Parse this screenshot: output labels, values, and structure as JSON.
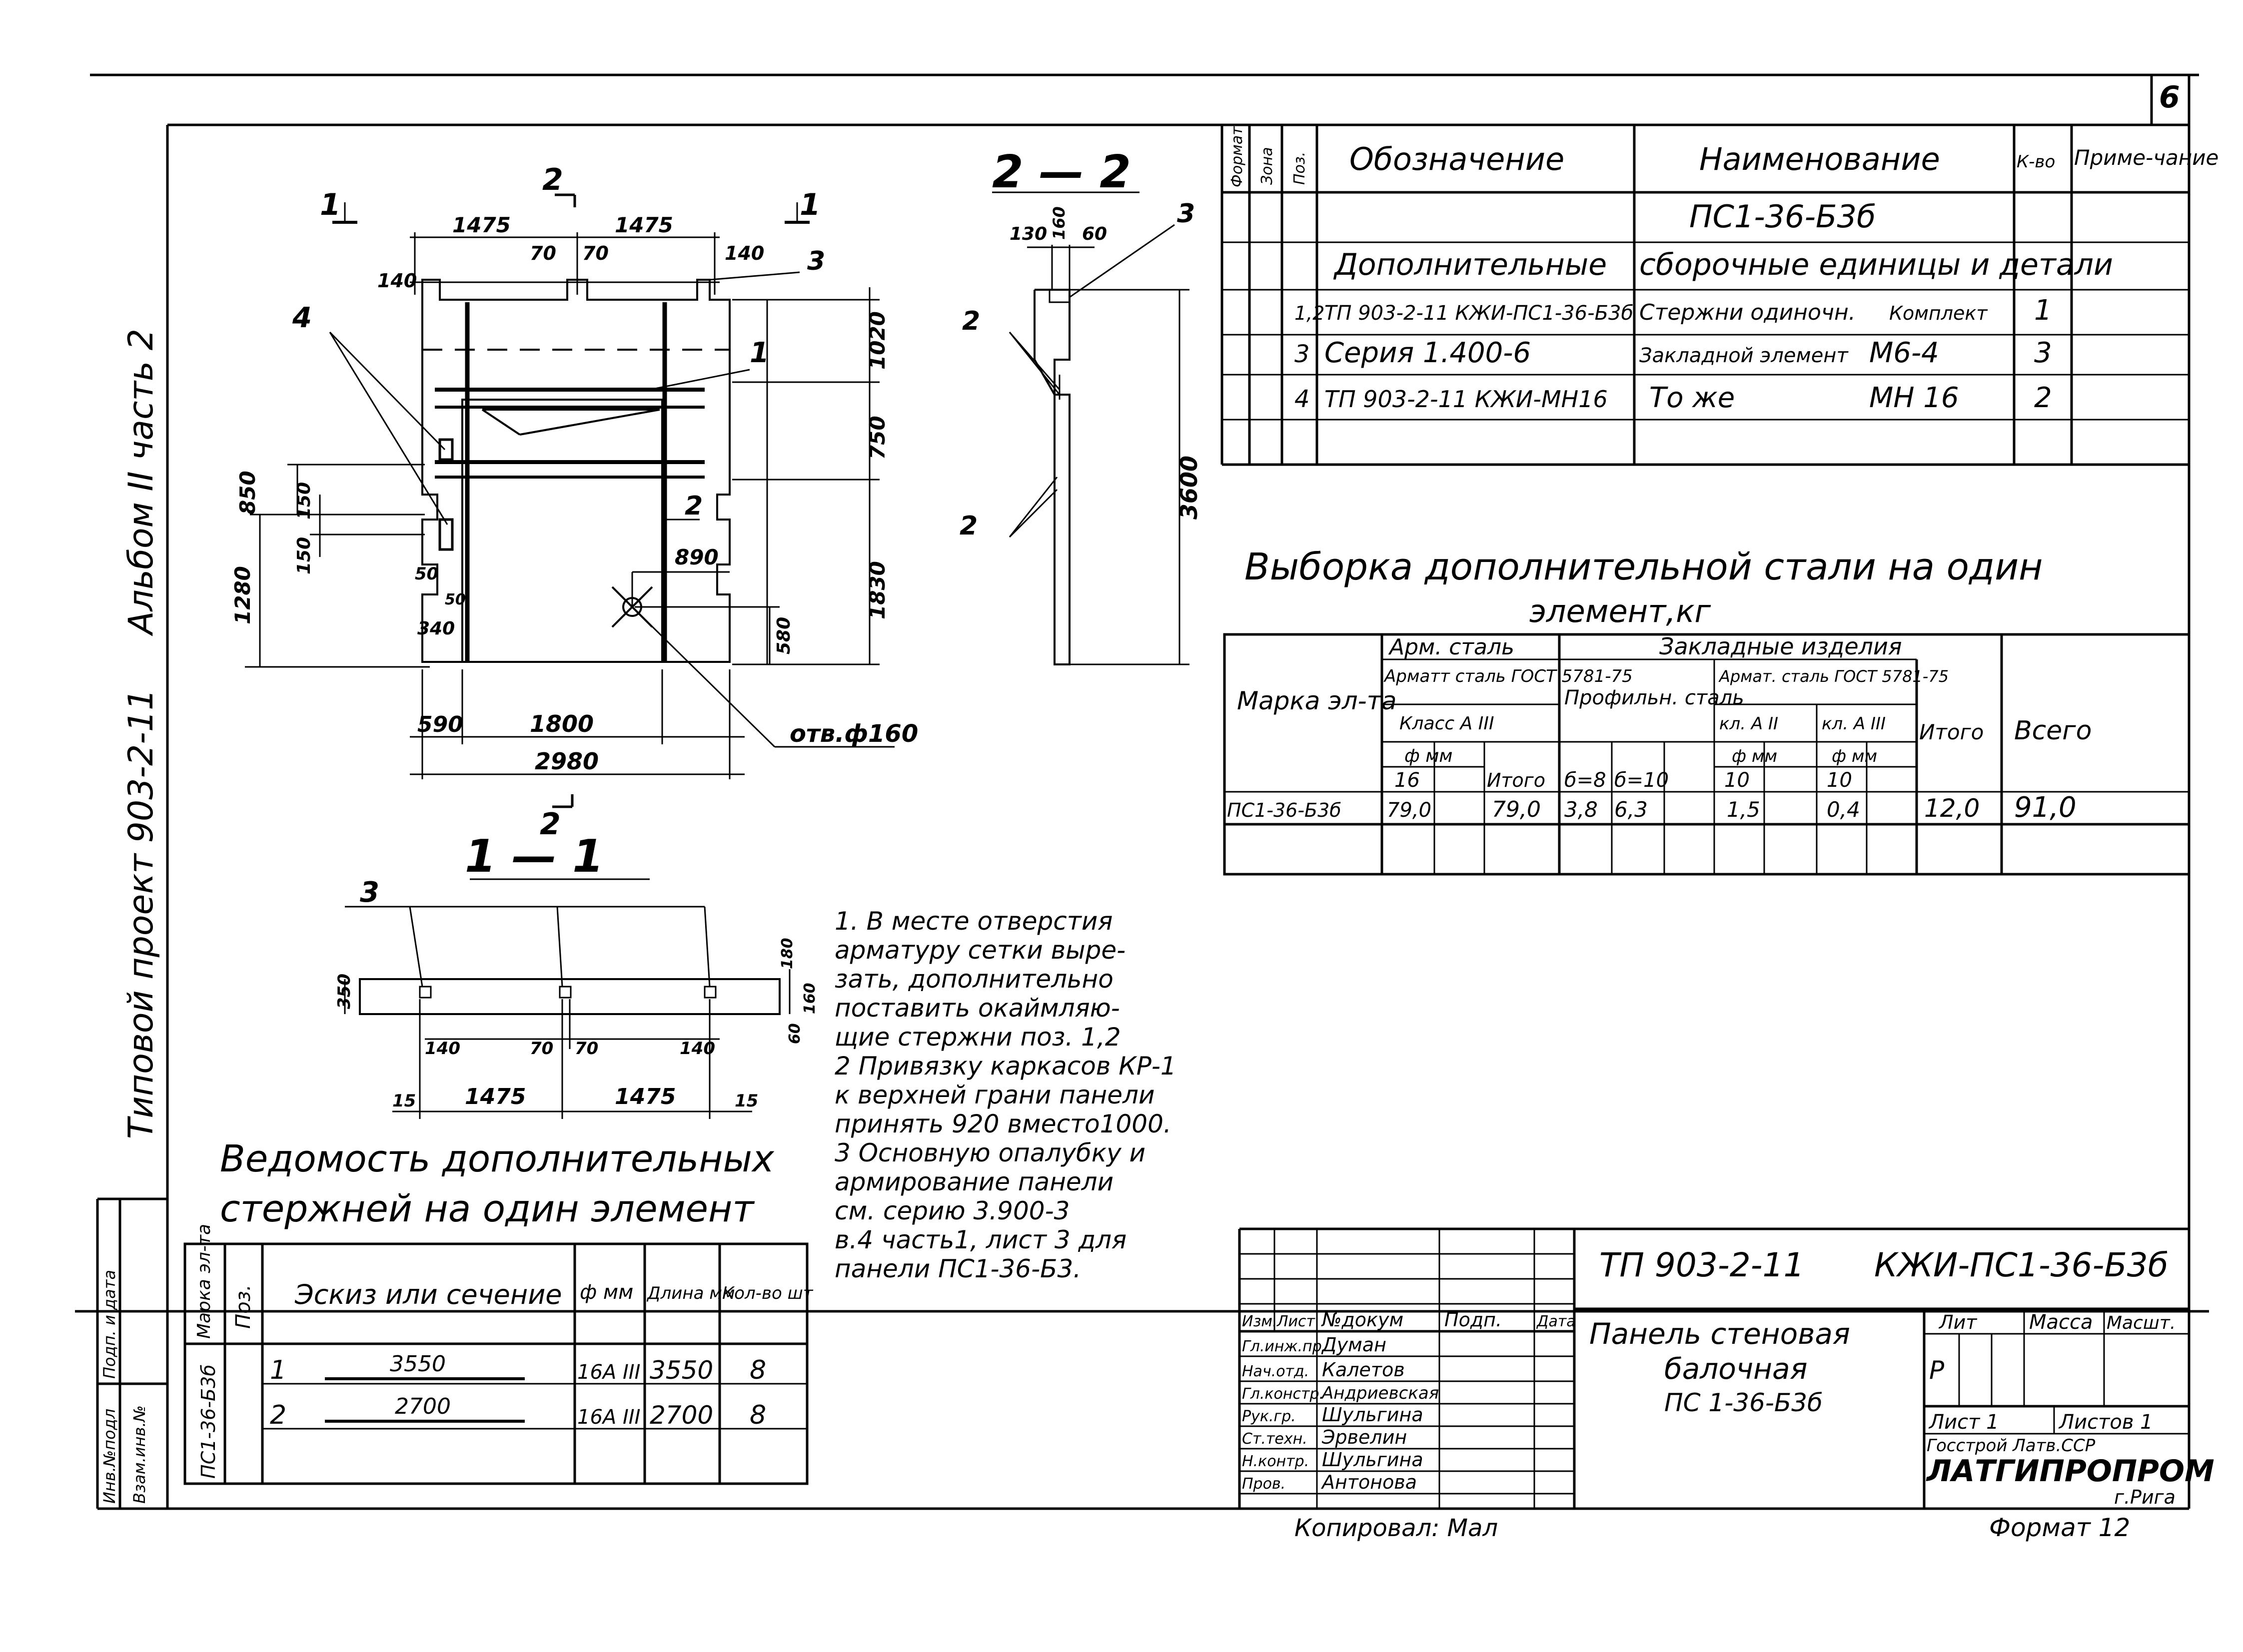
{
  "sheet_number": "6",
  "side": {
    "project": "Типовой проект 903-2-11",
    "album": "Альбом II часть 2",
    "stamp_labels": [
      "Инв.№подл",
      "Подп. и дата",
      "Взам.инв.№"
    ]
  },
  "drawing": {
    "section_marks": {
      "s1": "1",
      "s2": "2",
      "s11_title": "1 — 1",
      "s22_title": "2 — 2"
    },
    "dims_front": {
      "d1475a": "1475",
      "d1475b": "1475",
      "d140a": "140",
      "d140b": "140",
      "d70a": "70",
      "d70b": "70",
      "d1020": "1020",
      "d750": "750",
      "d1830": "1830",
      "d3600": "3600",
      "d850": "850",
      "d150a": "150",
      "d150b": "150",
      "d1280": "1280",
      "d50a": "50",
      "d50b": "50",
      "d340": "340",
      "d890": "890",
      "d580": "580",
      "d590": "590",
      "d1800": "1800",
      "d2980": "2980",
      "hole": "отв.ф160"
    },
    "pos_labels": {
      "p1": "1",
      "p2": "2",
      "p3": "3",
      "p4": "4"
    },
    "dims_side": {
      "d130": "130",
      "d160": "160",
      "d60": "60"
    },
    "dims_11": {
      "d350": "350",
      "d180": "180",
      "d160": "160",
      "d60": "60",
      "d140a": "140",
      "d70a": "70",
      "d70b": "70",
      "d140b": "140",
      "d15a": "15",
      "d1475a": "1475",
      "d1475b": "1475",
      "d15b": "15"
    }
  },
  "notes": [
    "1. В месте отверстия",
    "арматуру сетки выре-",
    "зать, дополнительно",
    "поставить окаймляю-",
    "щие стержни поз. 1,2",
    "2 Привязку каркасов КР-1",
    "к верхней грани панели",
    "принять 920 вместо1000.",
    "3 Основную опалубку и",
    "армирование панели",
    "см. серию 3.900-3",
    "в.4 часть1, лист 3 для",
    "панели ПС1-36-Б3."
  ],
  "spec": {
    "headers": {
      "format": "Формат",
      "zone": "Зона",
      "pos": "Поз.",
      "designation": "Обозначение",
      "name": "Наименование",
      "qty": "К-во",
      "note": "Приме-чание"
    },
    "title_row": "ПС1-36-Б3б",
    "section_row_a": "Дополнительные",
    "section_row_b": "сборочные единицы и детали",
    "rows": [
      {
        "pos": "1,2",
        "designation": "ТП 903-2-11  КЖИ-ПС1-36-Б3б",
        "name": "Стержни одиночн.",
        "name2": "Комплект",
        "qty": "1"
      },
      {
        "pos": "3",
        "designation": "Серия 1.400-6",
        "name": "Закладной элемент",
        "name2": "М6-4",
        "qty": "3"
      },
      {
        "pos": "4",
        "designation": "ТП 903-2-11  КЖИ-МН16",
        "name": "То же",
        "name2": "МН 16",
        "qty": "2"
      }
    ]
  },
  "steel": {
    "title_a": "Выборка дополнительной стали на один",
    "title_b": "элемент,кг",
    "headers": {
      "mark": "Марка эл-та",
      "arm": "Арм. сталь",
      "arm_sub": "Арматт сталь ГОСТ 5781-75",
      "class": "Класс А III",
      "fmm": "ф мм",
      "d16": "16",
      "itogo1": "Итого",
      "embedded": "Закладные изделия",
      "profile": "Профильн. сталь",
      "b8": "б=8",
      "b10": "б=10",
      "arm2": "Армат. сталь ГОСТ 5781-75",
      "klA2": "кл. А II",
      "klA3": "кл. А III",
      "fmm2": "ф мм",
      "fmm3": "ф мм",
      "d10a": "10",
      "d10b": "10",
      "itogo2": "Итого",
      "total": "Всего"
    },
    "row": {
      "mark": "ПС1-36-Б3б",
      "v16": "79,0",
      "itogo1": "79,0",
      "b8": "3,8",
      "b10": "6,3",
      "a2": "1,5",
      "a3": "0,4",
      "itogo2": "12,0",
      "total": "91,0"
    }
  },
  "bars": {
    "title_a": "Ведомость дополнительных",
    "title_b": "стержней на один элемент",
    "headers": {
      "mark": "Марка эл-та",
      "pos": "Поз.",
      "sketch": "Эскиз или сечение",
      "dia": "ф мм",
      "len": "Длина мм",
      "qty": "Кол-во шт"
    },
    "mark": "ПС1-36-Б3б",
    "rows": [
      {
        "pos": "1",
        "sketch": "3550",
        "dia": "16А III",
        "len": "3550",
        "qty": "8"
      },
      {
        "pos": "2",
        "sketch": "2700",
        "dia": "16А III",
        "len": "2700",
        "qty": "8"
      }
    ]
  },
  "title_block": {
    "code_a": "ТП 903-2-11",
    "code_b": "КЖИ-ПС1-36-Б3б",
    "col_headers": [
      "Изм.",
      "Лист",
      "№докум",
      "Подп.",
      "Дата"
    ],
    "roles": [
      {
        "role": "Гл.инж.пр.",
        "name": "Думан"
      },
      {
        "role": "Нач.отд.",
        "name": "Калетов"
      },
      {
        "role": "Гл.констр.",
        "name": "Андриевская"
      },
      {
        "role": "Рук.гр.",
        "name": "Шульгина"
      },
      {
        "role": "Ст.техн.",
        "name": "Эрвелин"
      },
      {
        "role": "Н.контр.",
        "name": "Шульгина"
      },
      {
        "role": "Пров.",
        "name": "Антонова"
      }
    ],
    "name_a": "Панель стеновая",
    "name_b": "балочная",
    "name_c": "ПС 1-36-Б3б",
    "stage_h": "Лит",
    "mass_h": "Масса",
    "scale_h": "Масшт.",
    "stage": "Р",
    "sheet": "Лист 1",
    "sheets": "Листов 1",
    "org_a": "Госстрой Латв.ССР",
    "org_b": "ЛАТГИПРОПРОМ",
    "org_c": "г.Рига",
    "copied": "Копировал: Мал",
    "format": "Формат 12"
  }
}
